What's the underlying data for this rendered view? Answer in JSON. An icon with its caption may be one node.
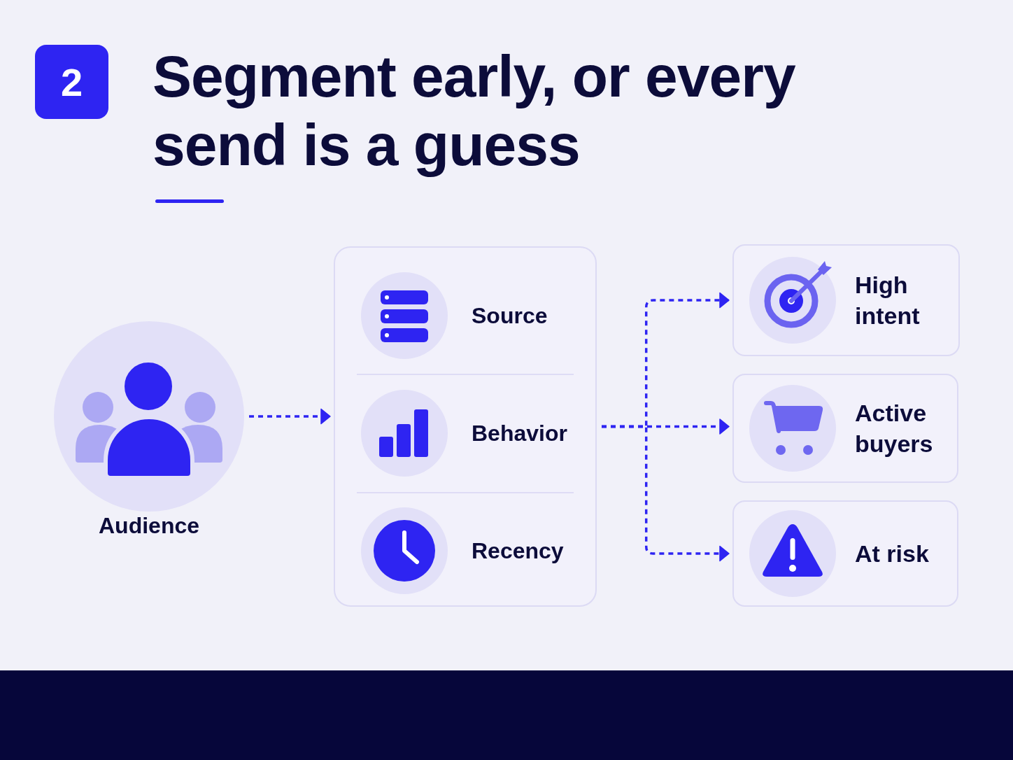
{
  "diagram": {
    "title": "Segment early, or every send is a guess",
    "nodes": [
      {
        "text": [
          "Audience"
        ]
      },
      {
        "text": [],
        "shape": "box"
      },
      {
        "text": [
          "Source"
        ],
        "in": 1
      },
      {
        "text": [
          "Behavior"
        ],
        "in": 1
      },
      {
        "text": [
          "Recency"
        ],
        "in": 1
      },
      {
        "text": [
          "High intent"
        ]
      },
      {
        "text": [
          "Active buyers"
        ]
      },
      {
        "text": [
          "At risk"
        ]
      }
    ],
    "edges": [
      {
        "from": 0,
        "to": 1,
        "arrow": "to",
        "style": "dashed"
      },
      {
        "from": 1,
        "to": 5,
        "arrow": "to",
        "style": "dashed"
      },
      {
        "from": 1,
        "to": 6,
        "arrow": "to",
        "style": "dashed"
      },
      {
        "from": 1,
        "to": 7,
        "arrow": "to",
        "style": "dashed"
      }
    ],
    "labels": [
      "2"
    ]
  }
}
